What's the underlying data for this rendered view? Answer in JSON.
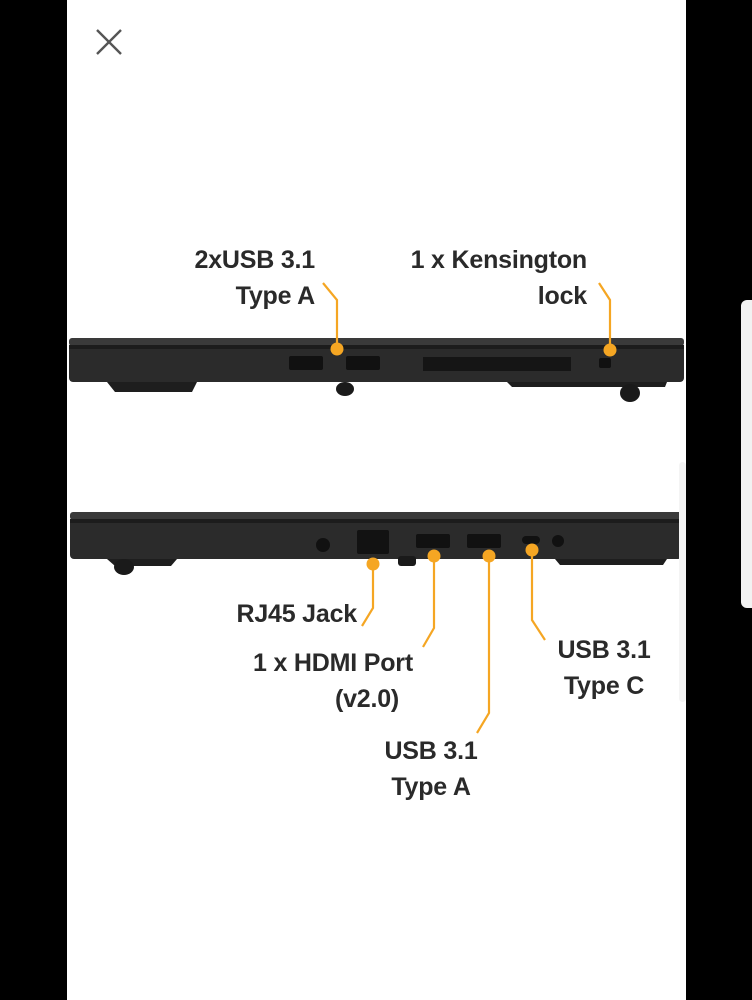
{
  "viewer": {
    "close_icon": "close-icon"
  },
  "colors": {
    "accent": "#f5a623",
    "laptop_body": "#2b2b2b",
    "background": "#ffffff"
  },
  "callouts_top": {
    "usb_a_pair": {
      "line1": "2xUSB 3.1",
      "line2": "Type A"
    },
    "kensington": {
      "line1": "1 x Kensington",
      "line2": "lock"
    }
  },
  "callouts_bottom": {
    "rj45": {
      "line1": "RJ45 Jack"
    },
    "hdmi": {
      "line1": "1 x HDMI Port",
      "line2": "(v2.0)"
    },
    "usb_a": {
      "line1": "USB 3.1",
      "line2": "Type A"
    },
    "usb_c": {
      "line1": "USB 3.1",
      "line2": "Type C"
    }
  }
}
